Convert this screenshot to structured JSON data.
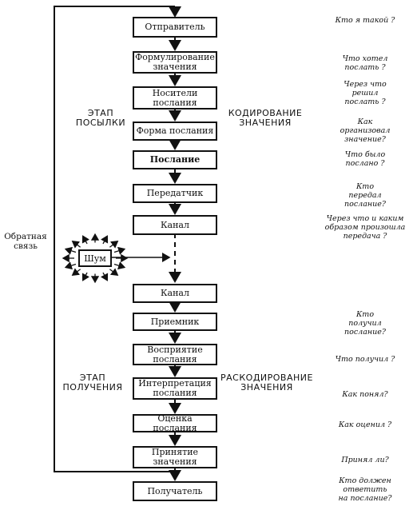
{
  "boxes": [
    {
      "label": "Отправитель"
    },
    {
      "label": "Формулирование\nзначения"
    },
    {
      "label": "Носители\nпослания"
    },
    {
      "label": "Форма послания"
    },
    {
      "label": "Послание"
    },
    {
      "label": "Передатчик"
    },
    {
      "label": "Канал"
    },
    {
      "label": "Канал"
    },
    {
      "label": "Приемник"
    },
    {
      "label": "Восприятие\nпослания"
    },
    {
      "label": "Интерпретация\nпослания"
    },
    {
      "label": "Оценка послания"
    },
    {
      "label": "Принятие\nзначения"
    },
    {
      "label": "Получатель"
    }
  ],
  "questions": [
    "Кто я такой ?",
    "Что хотел\nпослать ?",
    "Через что\nрешил\nпослать ?",
    "Как\nорганизовал\nзначение?",
    "Что было\nпослано ?",
    "Кто\nпередал\nпослание?",
    "Через что и каким\nобразом произошла\nпередача ?",
    "Кто\nполучил\nпослание?",
    "Что получил ?",
    "Как понял?",
    "Как оценил ?",
    "Принял ли?",
    "Кто должен\nответить\nна послание?"
  ],
  "labels": {
    "stage_send": "ЭТАП\nПОСЫЛКИ",
    "encoding": "КОДИРОВАНИЕ\nЗНАЧЕНИЯ",
    "stage_receive": "ЭТАП\nПОЛУЧЕНИЯ",
    "decoding": "РАСКОДИРОВАНИЕ\nЗНАЧЕНИЯ",
    "feedback": "Обратная\nсвязь",
    "noise": "Шум"
  }
}
